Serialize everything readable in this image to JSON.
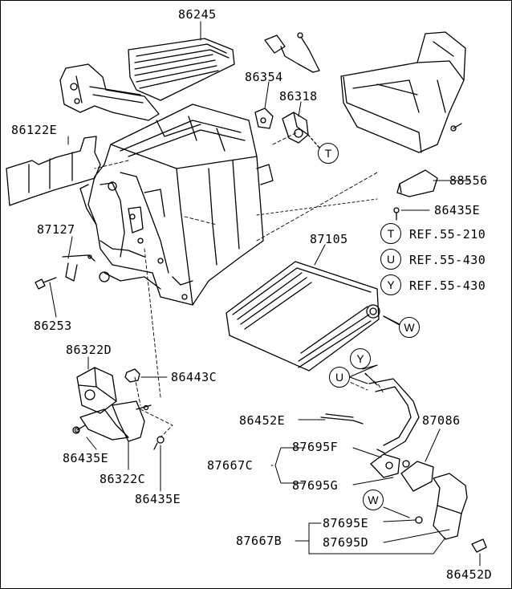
{
  "parts": {
    "p86245": "86245",
    "p86354": "86354",
    "p86318": "86318",
    "p86122E": "86122E",
    "p88556": "88556",
    "p86435E_a": "86435E",
    "p87127": "87127",
    "p87105": "87105",
    "p86253": "86253",
    "p86322D": "86322D",
    "p86443C": "86443C",
    "p86452E": "86452E",
    "p87086": "87086",
    "p87695F": "87695F",
    "p87667C": "87667C",
    "p87695G": "87695G",
    "p86435E_b": "86435E",
    "p86322C": "86322C",
    "p86435E_c": "86435E",
    "p87695E": "87695E",
    "p87667B": "87667B",
    "p87695D": "87695D",
    "p86452D": "86452D"
  },
  "markers": {
    "T": "T",
    "U": "U",
    "Y": "Y",
    "W": "W"
  },
  "refs": [
    {
      "marker": "T",
      "text": "REF.55-210"
    },
    {
      "marker": "U",
      "text": "REF.55-430"
    },
    {
      "marker": "Y",
      "text": "REF.55-430"
    }
  ]
}
